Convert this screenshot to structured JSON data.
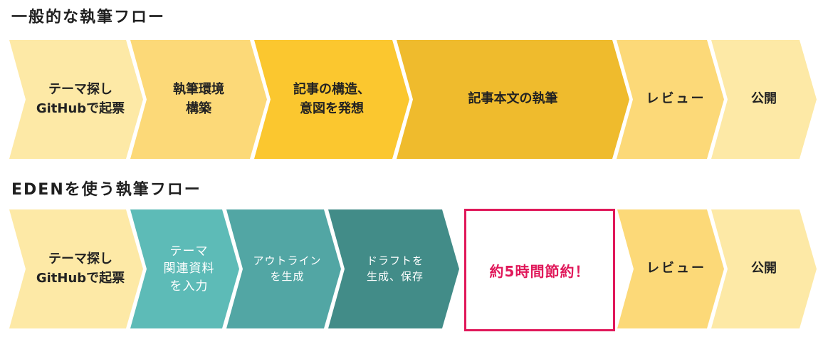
{
  "colors": {
    "pale_yellow": "#fde9a6",
    "light_yellow": "#fcd978",
    "yellow": "#fbc72f",
    "gold": "#efbb2d",
    "teal_1": "#5dbbb7",
    "teal_2": "#52a6a4",
    "teal_3": "#428c88",
    "highlight_red": "#e0185a"
  },
  "sections": [
    {
      "title": "一般的な執筆フロー",
      "steps": [
        {
          "label": "テーマ探し\nGitHubで起票",
          "color": "#fde9a6"
        },
        {
          "label": "執筆環境\n構築",
          "color": "#fcd978"
        },
        {
          "label": "記事の構造、\n意図を発想",
          "color": "#fbc72f"
        },
        {
          "label": "記事本文の執筆",
          "color": "#efbb2d"
        },
        {
          "label": "レビュー",
          "color": "#fcd978"
        },
        {
          "label": "公開",
          "color": "#fde9a6"
        }
      ]
    },
    {
      "title": "EDENを使う執筆フロー",
      "steps": [
        {
          "label": "テーマ探し\nGitHubで起票",
          "color": "#fde9a6"
        },
        {
          "label": "テーマ\n関連資料\nを入力",
          "color": "#5dbbb7"
        },
        {
          "label": "アウトライン\nを生成",
          "color": "#52a6a4"
        },
        {
          "label": "ドラフトを\n生成、保存",
          "color": "#428c88"
        },
        {
          "label": "レビュー",
          "color": "#fcd978"
        },
        {
          "label": "公開",
          "color": "#fde9a6"
        }
      ],
      "highlight": {
        "label": "約5時間節約！",
        "color": "#e0185a"
      }
    }
  ]
}
